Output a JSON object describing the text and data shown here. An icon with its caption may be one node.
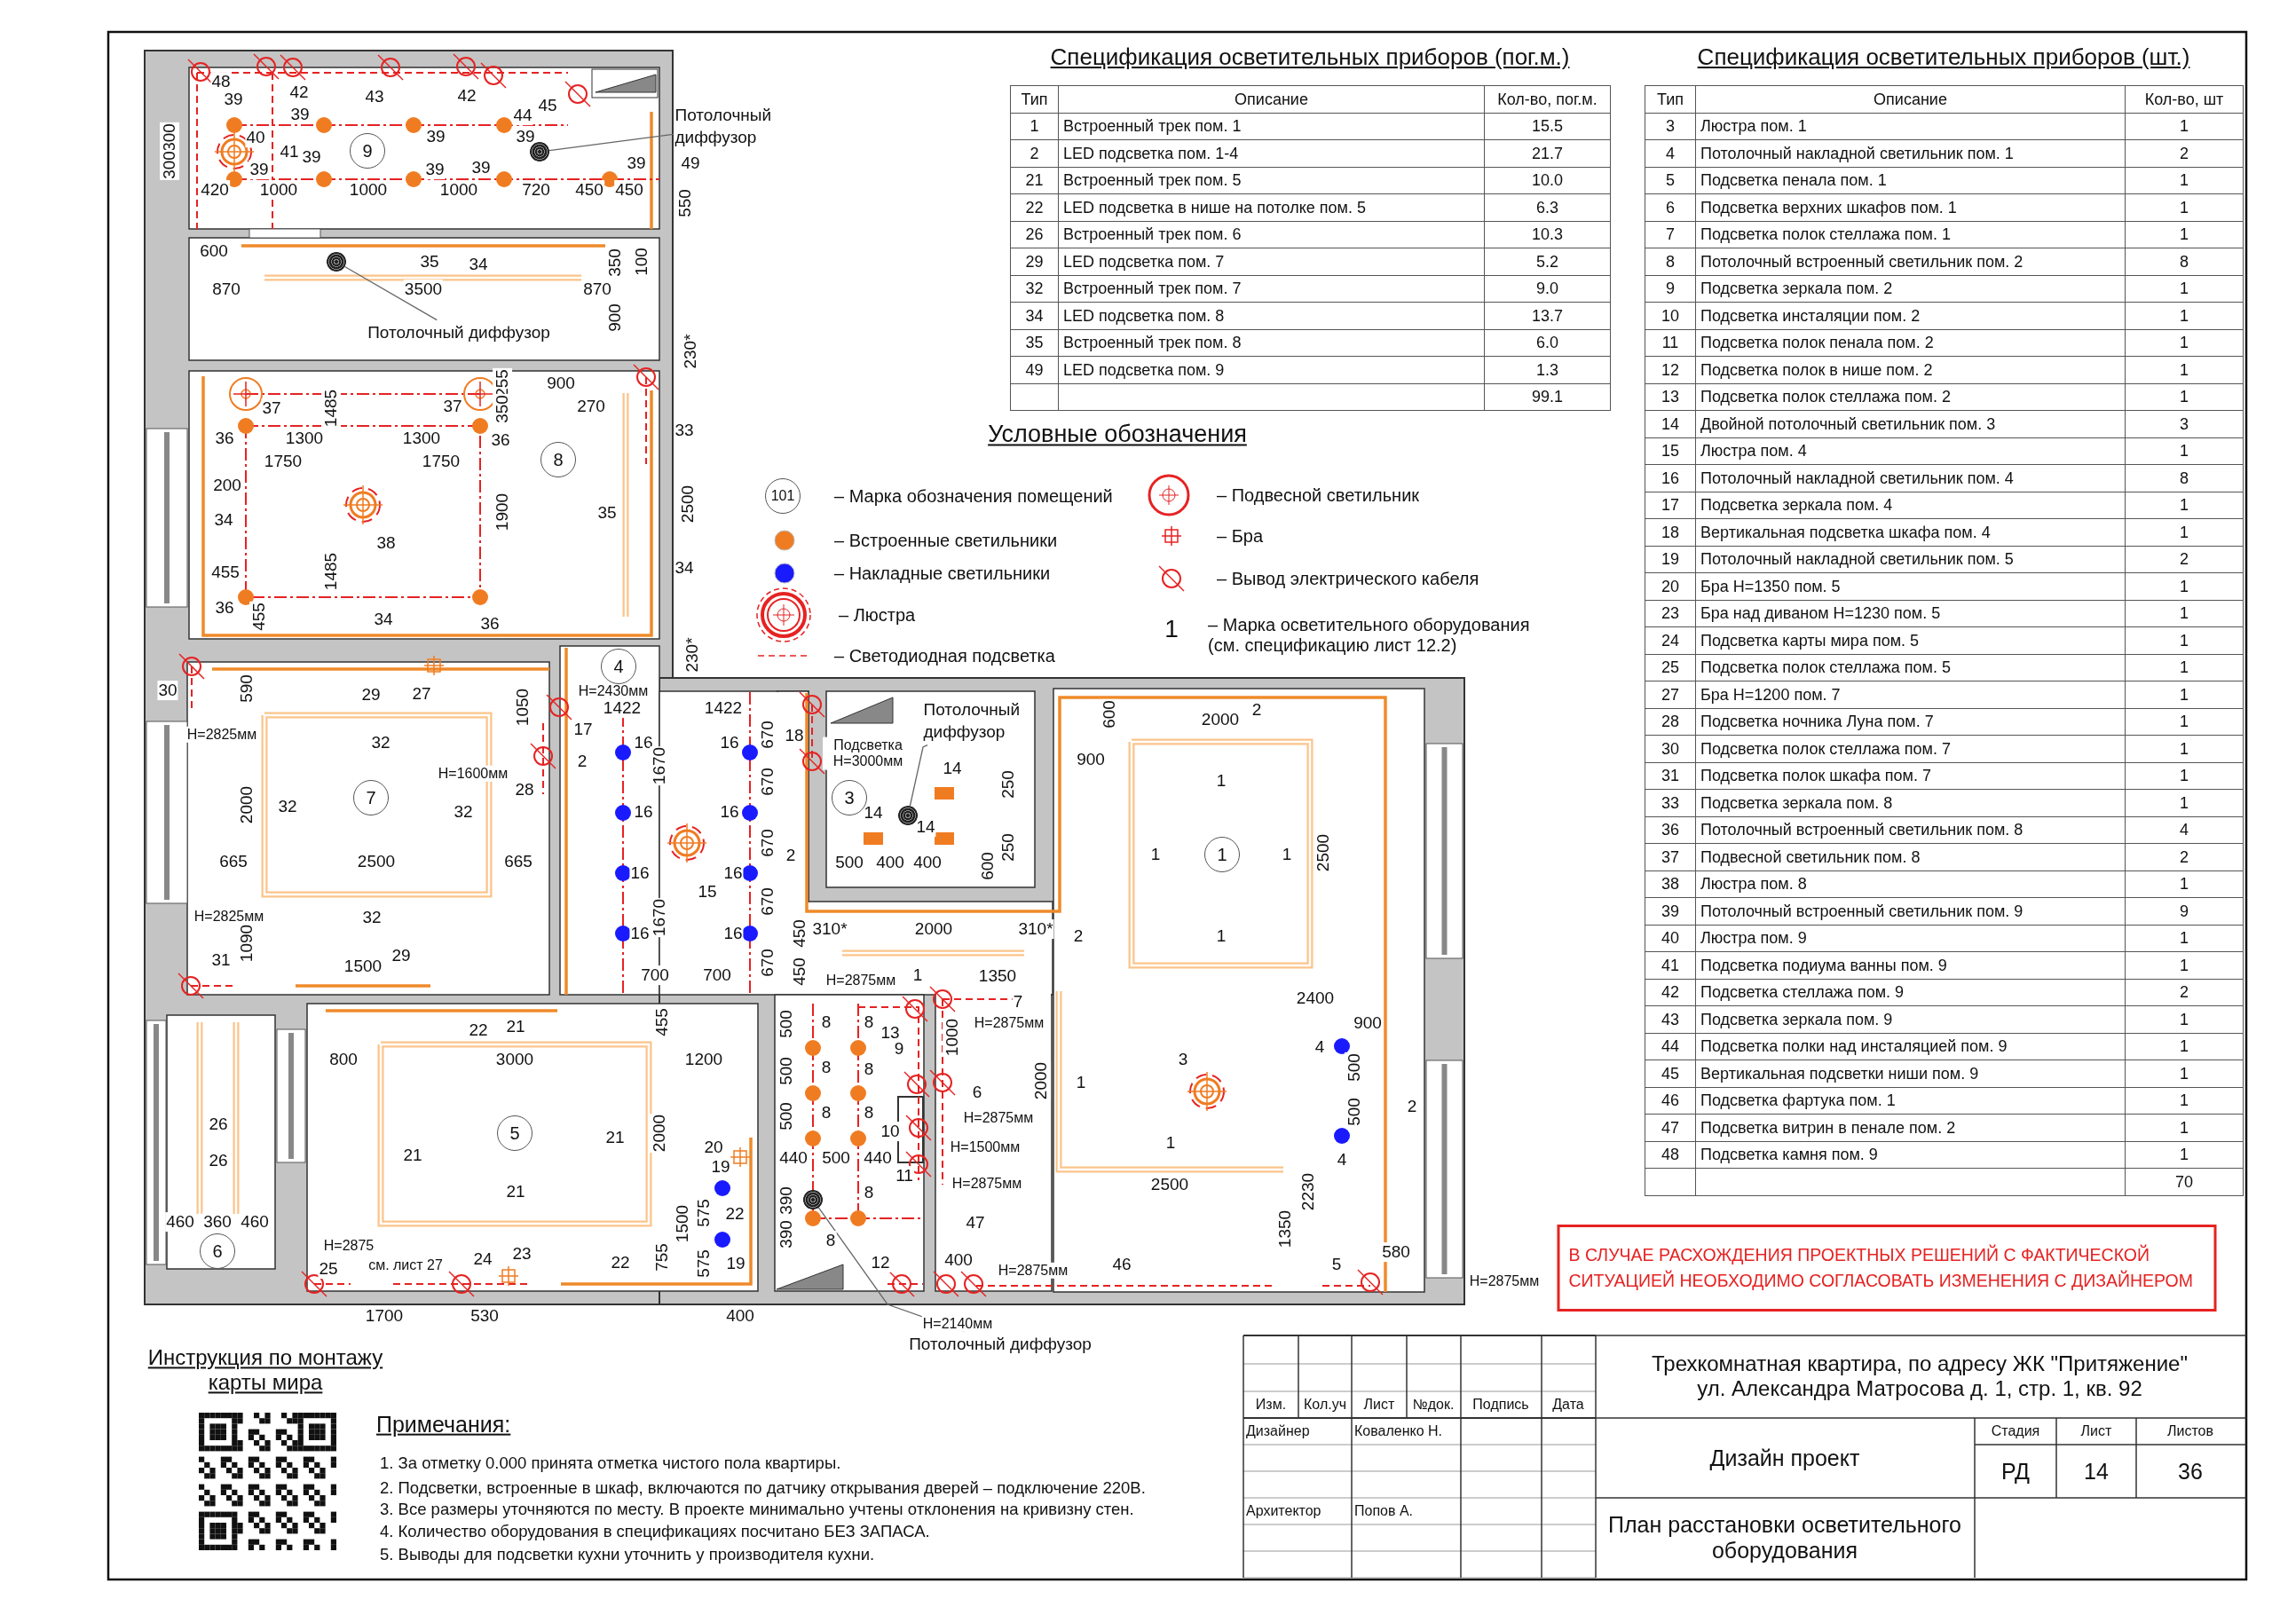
{
  "diagram": {
    "nodes": [
      {
        "text": [
          "9"
        ]
      },
      {
        "text": [
          "Потолочный диффузор"
        ]
      },
      {
        "text": [],
        "shape": "circle"
      },
      {
        "text": [
          "Потолочный диффузор"
        ]
      },
      {
        "text": [],
        "shape": "circle"
      },
      {
        "text": [
          "8"
        ]
      },
      {
        "text": [
          "4"
        ]
      },
      {
        "text": [
          "7"
        ]
      },
      {
        "text": [
          "Потолочный диффузор"
        ]
      },
      {
        "text": [],
        "shape": "circle"
      },
      {
        "text": [
          "3"
        ]
      },
      {
        "text": [
          "1"
        ]
      },
      {
        "text": [
          "5"
        ]
      },
      {
        "text": [
          "6"
        ]
      },
      {
        "text": [],
        "shape": "circle"
      },
      {
        "text": [
          "Потолочный диффузор"
        ]
      },
      {
        "text": [
          "101"
        ]
      },
      {
        "text": [
          "В СЛУЧАЕ РАСХОЖДЕНИЯ ПРОЕКТНЫХ РЕШЕНИЙ С ФАКТИЧЕСКОЙ СИТУАЦИЕЙ НЕОБХОДИМО СОГЛАСОВАТЬ ИЗМЕНЕНИЯ С ДИЗАЙНЕРОМ"
        ]
      }
    ],
    "edges": [
      {
        "from": 1,
        "to": 2,
        "arrow": "none"
      },
      {
        "from": 3,
        "to": 4,
        "arrow": "none"
      },
      {
        "from": 8,
        "to": 9,
        "arrow": "none"
      },
      {
        "from": 15,
        "to": 14,
        "arrow": "none"
      }
    ],
    "labels": [
      "Спецификация осветительных приборов (пог.м.)",
      "Тип",
      "Описание",
      "Кол-во, пог.м.",
      "1",
      "Встроенный трек пом. 1",
      "15.5",
      "2",
      "LED подсветка пом. 1-4",
      "21.7",
      "21",
      "Встроенный трек пом. 5",
      "10.0",
      "22",
      "LED подсветка в нише на потолке пом. 5",
      "6.3",
      "26",
      "Встроенный трек пом. 6",
      "10.3",
      "29",
      "LED подсветка пом. 7",
      "5.2",
      "32",
      "Встроенный трек пом. 7",
      "9.0",
      "34",
      "LED подсветка пом. 8",
      "13.7",
      "35",
      "Встроенный трек пом. 8",
      "6.0",
      "49",
      "LED подсветка пом. 9",
      "1.3",
      "99.1",
      "Спецификация осветительных приборов (шт.)",
      "Тип",
      "Описание",
      "Кол-во, шт",
      "3",
      "Люстра пом. 1",
      "1",
      "4",
      "Потолочный накладной светильник пом. 1",
      "2",
      "5",
      "Подсветка пенала пом. 1",
      "1",
      "6",
      "Подсветка верхних шкафов пом. 1",
      "1",
      "7",
      "Подсветка полок стеллажа пом. 1",
      "1",
      "8",
      "Потолочный встроенный светильник пом. 2",
      "8",
      "9",
      "Подсветка зеркала пом. 2",
      "1",
      "10",
      "Подсветка инсталяции пом. 2",
      "1",
      "11",
      "Подсветка полок пенала пом. 2",
      "1",
      "12",
      "Подсветка полок в нише пом. 2",
      "1",
      "13",
      "Подсветка полок стеллажа пом. 2",
      "1",
      "14",
      "Двойной потолочный светильник пом. 3",
      "3",
      "15",
      "Люстра пом. 4",
      "1",
      "16",
      "Потолочный накладной светильник пом. 4",
      "8",
      "17",
      "Подсветка зеркала пом. 4",
      "1",
      "18",
      "Вертикальная подсветка шкафа пом. 4",
      "1",
      "19",
      "Потолочный накладной светильник пом. 5",
      "2",
      "20",
      "Бра H=1350 пом. 5",
      "1",
      "23",
      "Бра над диваном H=1230 пом. 5",
      "1",
      "24",
      "Подсветка карты мира пом. 5",
      "1",
      "25",
      "Подсветка полок стеллажа пом. 5",
      "1",
      "27",
      "Бра H=1200 пом. 7",
      "1",
      "28",
      "Подсветка ночника Луна пом. 7",
      "1",
      "30",
      "Подсветка полок стеллажа пом. 7",
      "1",
      "31",
      "Подсветка полок шкафа пом. 7",
      "1",
      "33",
      "Подсветка зеркала пом. 8",
      "1",
      "36",
      "Потолочный встроенный светильник пом. 8",
      "4",
      "37",
      "Подвесной светильник пом. 8",
      "2",
      "38",
      "Люстра пом. 8",
      "1",
      "39",
      "Потолочный встроенный светильник пом. 9",
      "9",
      "40",
      "Люстра пом. 9",
      "1",
      "41",
      "Подсветка подиума ванны пом. 9",
      "1",
      "42",
      "Подсветка стеллажа пом. 9",
      "2",
      "43",
      "Подсветка зеркала пом. 9",
      "1",
      "44",
      "Подсветка полки над инсталяцией пом. 9",
      "1",
      "45",
      "Вертикальная подсветки ниши пом. 9",
      "1",
      "46",
      "Подсветка фартука пом. 1",
      "1",
      "47",
      "Подсветка витрин в пенале пом. 2",
      "1",
      "48",
      "Подсветка камня пом. 9",
      "1",
      "70",
      "Условные обозначения",
      "1",
      "Инструкция по монтажу карты мира",
      "Примечания:",
      "1. За отметку 0.000 принята отметка чистого пола квартиры.",
      "2. Подсветки, встроенные в шкаф, включаются по датчику открывания дверей – подключение 220В.",
      "3. Все размеры уточняются по месту. В проекте минимально учтены отклонения на кривизну стен.",
      "4. Количество оборудования в спецификациях посчитано БЕЗ ЗАПАСА.",
      "5. Выводы для подсветки кухни уточнить у производителя кухни.",
      "Изм.",
      "Кол.уч",
      "Лист",
      "№док.",
      "Подпись",
      "Дата",
      "Дизайнер",
      "Коваленко Н.",
      "Архитектор",
      "Попов А.",
      "Трехкомнатная квартира, по адресу ЖК \"Притяжение\" ул. Александра Матросова д. 1, стр. 1, кв. 92",
      "Дизайн проект",
      "Стадия",
      "Лист",
      "Листов",
      "РД",
      "14",
      "36",
      "План расстановки осветительного оборудования",
      "48",
      "39",
      "42",
      "43",
      "42",
      "44",
      "45",
      "39",
      "40",
      "41",
      "39",
      "39",
      "39",
      "39",
      "39",
      "39",
      "39",
      "49",
      "300",
      "300",
      "420",
      "1000",
      "1000",
      "1000",
      "720",
      "450",
      "450",
      "550",
      "600",
      "35",
      "34",
      "350",
      "100",
      "870",
      "3500",
      "870",
      "900",
      "230*",
      "900",
      "270",
      "255",
      "350",
      "37",
      "37",
      "1485",
      "36",
      "1300",
      "1300",
      "36",
      "33",
      "1750",
      "1750",
      "200",
      "34",
      "1900",
      "38",
      "35",
      "2500",
      "455",
      "1485",
      "34",
      "36",
      "455",
      "34",
      "36",
      "230*",
      "30",
      "590",
      "29",
      "27",
      "1050",
      "H=2825мм",
      "32",
      "H=1600мм",
      "28",
      "2000",
      "32",
      "32",
      "665",
      "2500",
      "665",
      "H=2825мм",
      "32",
      "1090",
      "31",
      "29",
      "1500",
      "H=2430мм",
      "1422",
      "1422",
      "17",
      "2",
      "16",
      "1670",
      "16",
      "670",
      "16",
      "16",
      "670",
      "16",
      "16",
      "670",
      "15",
      "1670",
      "16",
      "16",
      "670",
      "670",
      "700",
      "700",
      "22",
      "21",
      "455",
      "800",
      "3000",
      "1200",
      "26",
      "21",
      "21",
      "2000",
      "26",
      "20",
      "19",
      "21",
      "22",
      "575",
      "1500",
      "460",
      "360",
      "460",
      "H=2875",
      "25",
      "см. лист 27",
      "24",
      "23",
      "22",
      "755",
      "575",
      "19",
      "1700",
      "530",
      "400",
      "18",
      "Подсветка H=3000мм",
      "14",
      "14",
      "14",
      "250",
      "250",
      "2",
      "500",
      "400",
      "400",
      "600",
      "310*",
      "2000",
      "310*",
      "450",
      "450",
      "H=2875мм",
      "1",
      "1350",
      "7",
      "8",
      "8",
      "13",
      "H=2875мм",
      "1000",
      "9",
      "500",
      "8",
      "8",
      "500",
      "2000",
      "6",
      "8",
      "8",
      "500",
      "H=2875мм",
      "10",
      "H=1500мм",
      "440",
      "500",
      "440",
      "11",
      "H=2875мм",
      "8",
      "390",
      "47",
      "8",
      "390",
      "12",
      "400",
      "H=2875мм",
      "H=2140мм",
      "600",
      "2",
      "2000",
      "900",
      "1",
      "1",
      "1",
      "2500",
      "2",
      "1",
      "2400",
      "900",
      "4",
      "3",
      "500",
      "1",
      "2",
      "500",
      "4",
      "1",
      "2500",
      "2230",
      "1350",
      "46",
      "5",
      "580",
      "H=2875мм"
    ],
    "legend": [
      {
        "text": "– Марка обозначения помещений"
      },
      {
        "text": "– Встроенные светильники",
        "color": "#f07c22"
      },
      {
        "text": "– Накладные светильники",
        "color": "#1a1aff"
      },
      {
        "text": "– Люстра"
      },
      {
        "text": "– Светодиодная подсветка"
      },
      {
        "text": "– Подвесной светильник"
      },
      {
        "text": "– Бра"
      },
      {
        "text": "– Вывод электрического кабеля"
      },
      {
        "text": "– Марка осветительного оборудования (см. спецификацию лист 12.2)"
      }
    ]
  }
}
